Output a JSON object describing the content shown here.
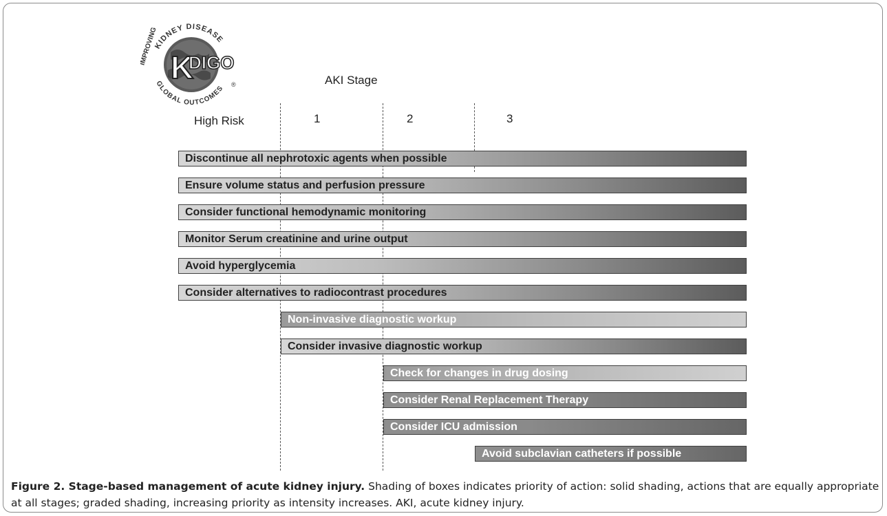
{
  "logo": {
    "ring_text_top": "KIDNEY DISEASE",
    "ring_text_left": "IMPROVING",
    "ring_text_bottom": "GLOBAL OUTCOMES",
    "wordmark": "DIGO",
    "k_letter": "K",
    "registered": "®"
  },
  "header": {
    "aki_stage_label": "AKI Stage",
    "columns": [
      "High Risk",
      "1",
      "2",
      "3"
    ]
  },
  "actions": [
    {
      "label": "Discontinue all nephrotoxic agents when possible",
      "start": "High Risk",
      "shading": "graded"
    },
    {
      "label": "Ensure volume status and perfusion pressure",
      "start": "High Risk",
      "shading": "graded"
    },
    {
      "label": "Consider functional hemodynamic monitoring",
      "start": "High Risk",
      "shading": "graded"
    },
    {
      "label": "Monitor Serum creatinine and urine output",
      "start": "High Risk",
      "shading": "graded"
    },
    {
      "label": "Avoid hyperglycemia",
      "start": "High Risk",
      "shading": "graded"
    },
    {
      "label": "Consider alternatives to radiocontrast procedures",
      "start": "High Risk",
      "shading": "graded"
    },
    {
      "label": "Non-invasive diagnostic workup",
      "start": "1",
      "shading": "graded"
    },
    {
      "label": "Consider invasive diagnostic workup",
      "start": "1",
      "shading": "graded"
    },
    {
      "label": "Check for changes in drug dosing",
      "start": "2",
      "shading": "graded"
    },
    {
      "label": "Consider Renal Replacement Therapy",
      "start": "2",
      "shading": "graded"
    },
    {
      "label": "Consider ICU admission",
      "start": "2",
      "shading": "graded"
    },
    {
      "label": "Avoid subclavian catheters if possible",
      "start": "3",
      "shading": "graded"
    }
  ],
  "caption": {
    "title": "Figure 2. Stage-based management of acute kidney injury.",
    "body": " Shading of boxes indicates priority of action: solid shading, actions that are equally appropriate at all stages; graded shading, increasing priority as intensity increases. AKI, acute kidney injury."
  }
}
